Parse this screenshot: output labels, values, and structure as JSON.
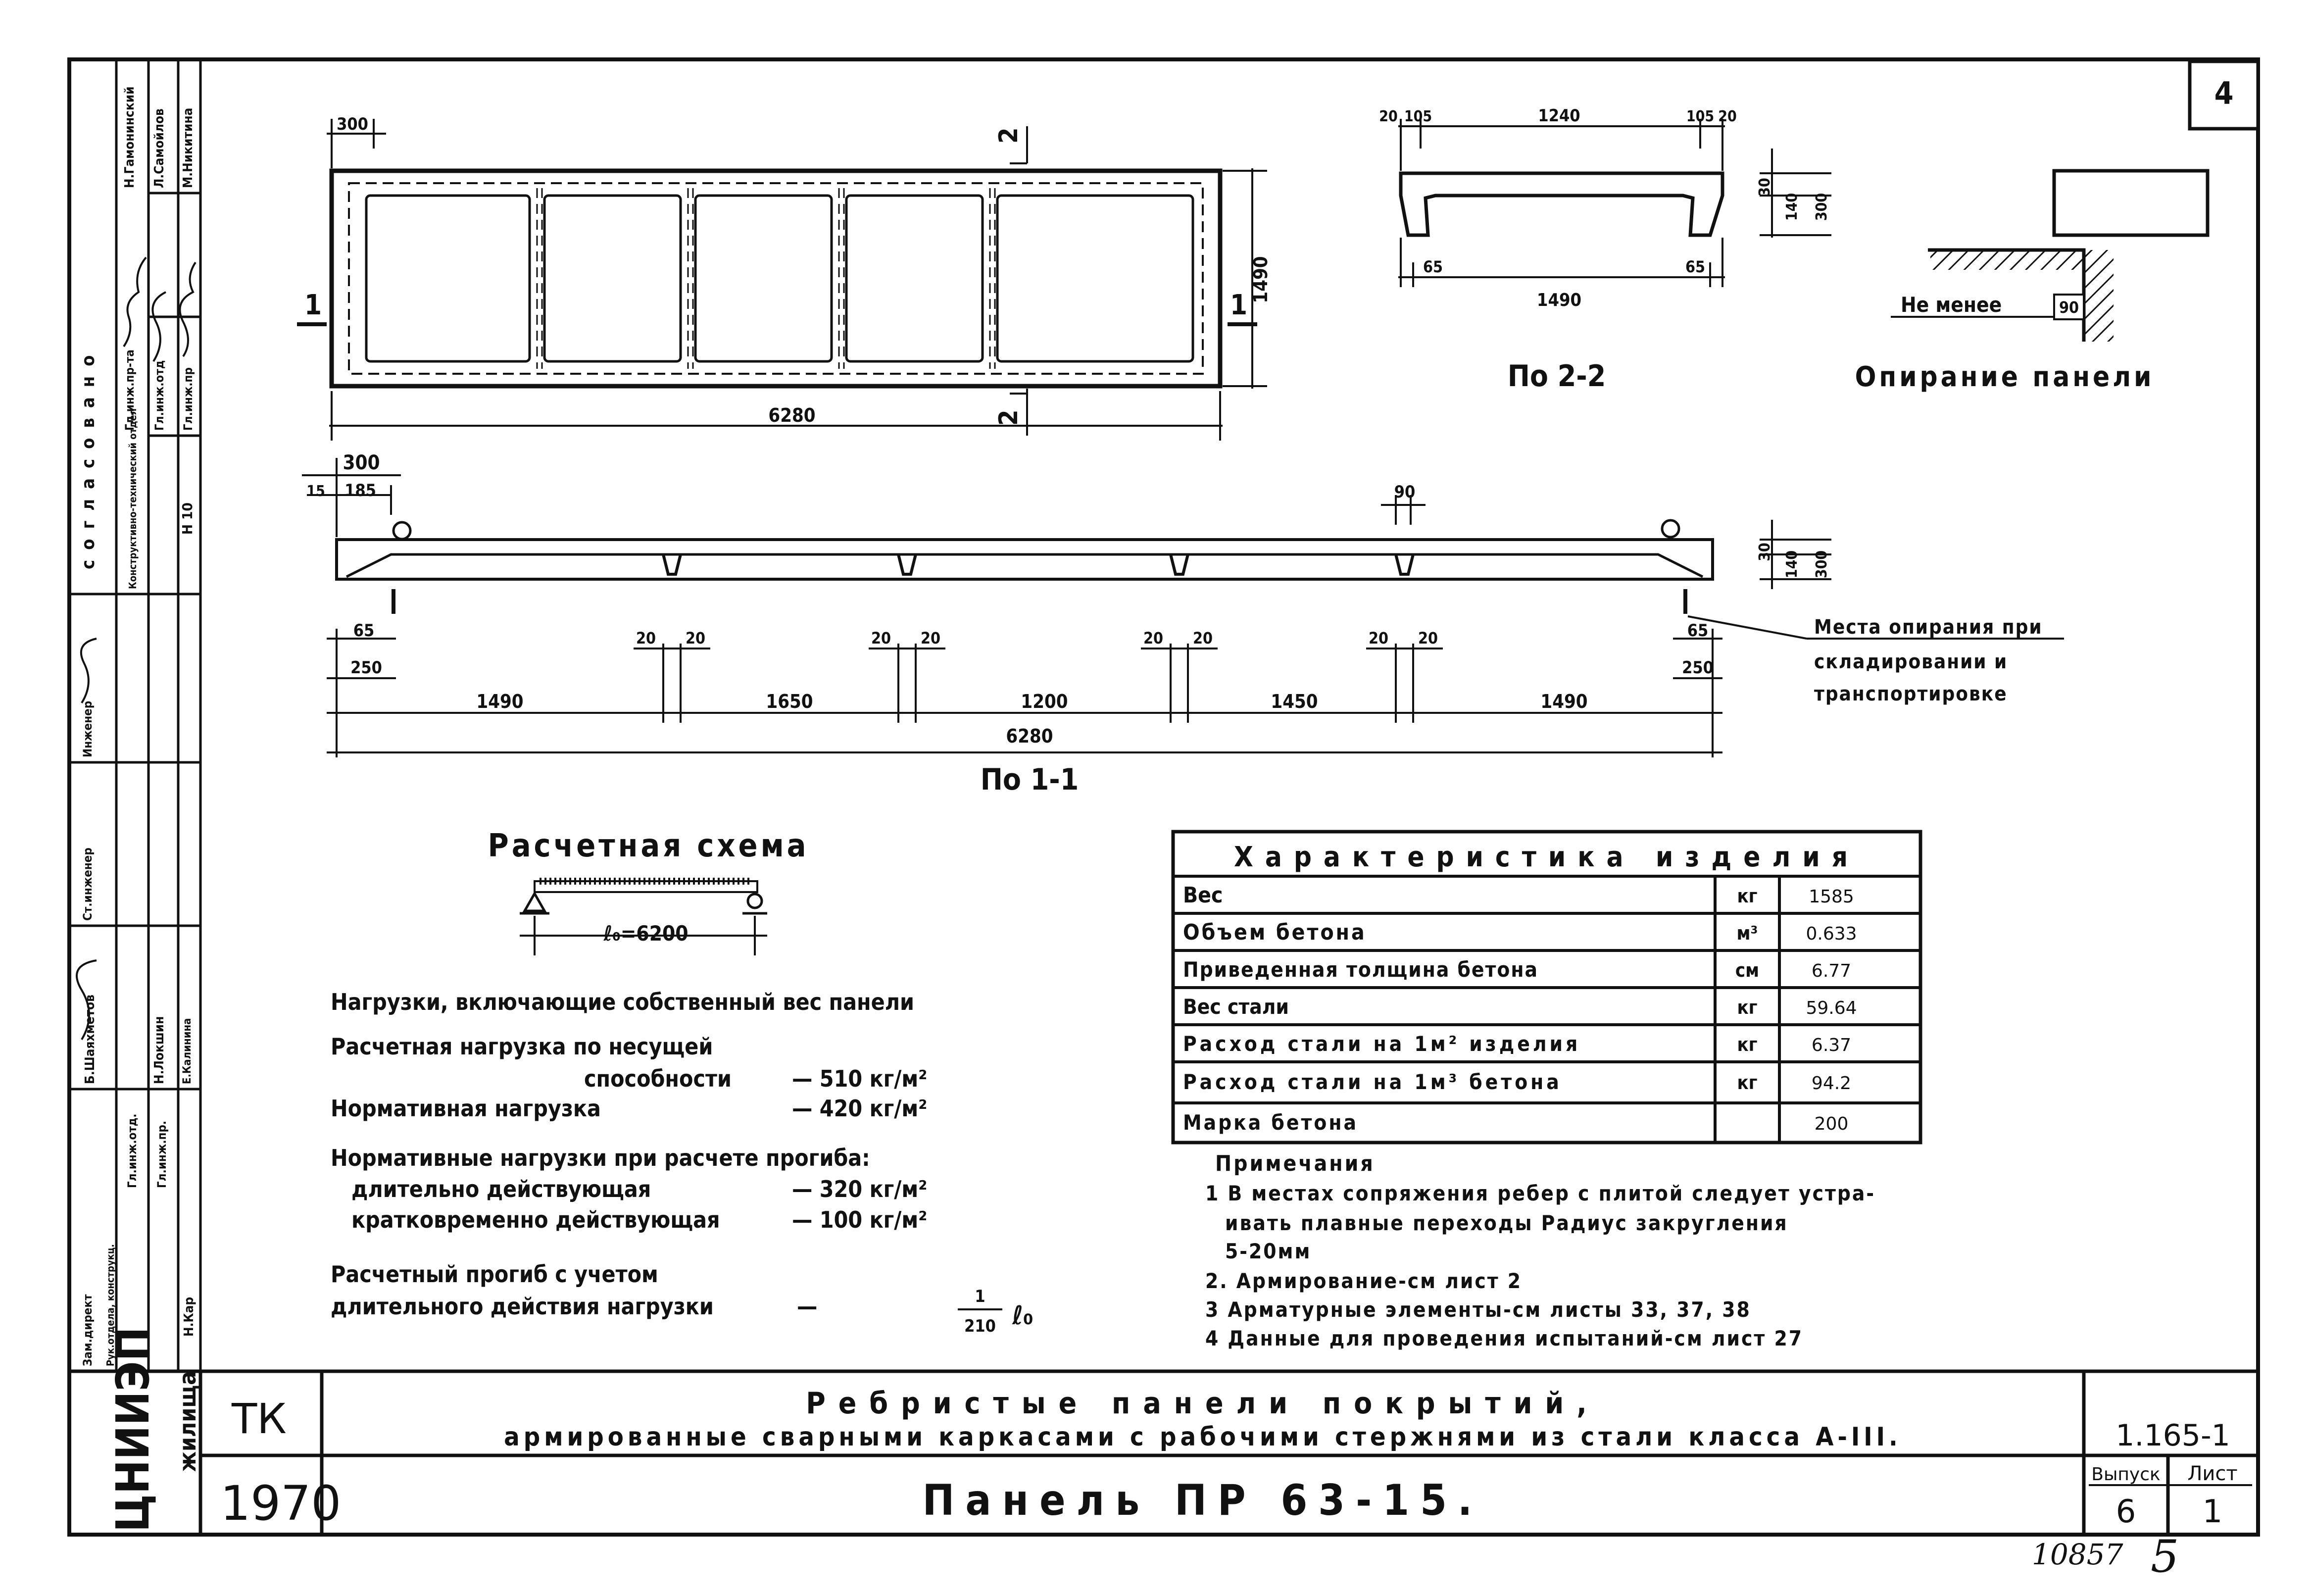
{
  "sheet_number_box": "4",
  "stamp": {
    "org_logo": "ЦНИИЭП",
    "org_name": "жилища",
    "agreed_label": "согласовано",
    "approvals": [
      {
        "role": "Гл.инж.пр-та",
        "name": "Н.Гамонинский"
      },
      {
        "role": "Гл.инж.отд",
        "name": "Л.Самойлов"
      },
      {
        "role": "Гл.инж.пр",
        "name": "М.Никитина"
      }
    ],
    "dept_label": "Конструктивно-технический отдел",
    "dept_number": "Н 10",
    "roles": [
      "Зам.директ",
      "Рук.отдела, конструкц.",
      "Гл.инж.отд.",
      "Гл.инж.пр.",
      "Ст.инженер",
      "Инженер"
    ],
    "names": [
      "Б.Шаяхметов",
      "Н.Локшин",
      "Е.Калинина",
      "Н.Кар"
    ]
  },
  "plan_view": {
    "dim_top_left": "300",
    "dim_length": "6280",
    "dim_width": "1490",
    "section_mark_top": "2",
    "section_mark_bottom": "2",
    "section_mark_left": "1",
    "section_mark_right": "1"
  },
  "section_2_2": {
    "dims_top": [
      "20",
      "105",
      "1240",
      "105",
      "20"
    ],
    "dims_bottom": [
      "65",
      "1490",
      "65"
    ],
    "dims_right": [
      "30",
      "140",
      "300"
    ],
    "title": "По 2-2"
  },
  "support_detail": {
    "label": "Не менее",
    "dim": "90",
    "title": "Опирание панели"
  },
  "section_1_1": {
    "dims_top": [
      "300",
      "15",
      "185",
      "90"
    ],
    "dims_left": [
      "65",
      "250"
    ],
    "dims_right": [
      "65",
      "250"
    ],
    "rib_dims": [
      [
        "20",
        "20"
      ],
      [
        "20",
        "20"
      ],
      [
        "20",
        "20"
      ],
      [
        "20",
        "20"
      ]
    ],
    "spans": [
      "1490",
      "1650",
      "1200",
      "1450",
      "1490"
    ],
    "total": "6280",
    "dims_height": [
      "30",
      "140",
      "300"
    ],
    "support_note": [
      "Места опирания при",
      "складировании и",
      "транспортировке"
    ],
    "title": "По 1-1"
  },
  "calc_scheme": {
    "title": "Расчетная схема",
    "span_label": "ℓ₀=6200",
    "loads_heading": "Нагрузки, включающие собственный вес панели",
    "design_load_label_1": "Расчетная нагрузка по несущей",
    "design_load_label_2": "способности",
    "design_load_value": "— 510 кг/м²",
    "normative_load_label": "Нормативная нагрузка",
    "normative_load_value": "— 420 кг/м²",
    "deflection_heading": "Нормативные нагрузки при расчете прогиба:",
    "long_label": "длительно действующая",
    "long_value": "— 320 кг/м²",
    "short_label": "кратковременно действующая",
    "short_value": "— 100 кг/м²",
    "deflection_label_1": "Расчетный прогиб с учетом",
    "deflection_label_2": "длительного действия нагрузки",
    "deflection_dash": "—",
    "deflection_num": "1",
    "deflection_den": "210",
    "deflection_l": "ℓ₀"
  },
  "characteristics": {
    "title": "Характеристика изделия",
    "rows": [
      {
        "name": "Вес",
        "unit": "кг",
        "value": "1585"
      },
      {
        "name": "Объем бетона",
        "unit": "м³",
        "value": "0.633"
      },
      {
        "name": "Приведенная толщина бетона",
        "unit": "см",
        "value": "6.77"
      },
      {
        "name": "Вес стали",
        "unit": "кг",
        "value": "59.64"
      },
      {
        "name": "Расход стали на 1м² изделия",
        "unit": "кг",
        "value": "6.37"
      },
      {
        "name": "Расход стали на 1м³ бетона",
        "unit": "кг",
        "value": "94.2"
      },
      {
        "name": "Марка бетона",
        "unit": "",
        "value": "200"
      }
    ]
  },
  "notes": {
    "title": "Примечания",
    "items": [
      "1 В местах сопряжения ребер с плитой следует устра-",
      "ивать плавные переходы Радиус закругления",
      "5-20мм",
      "2. Армирование-см лист 2",
      "3 Арматурные элементы-см листы 33, 37, 38",
      "4 Данные для проведения испытаний-см лист 27"
    ]
  },
  "title_block": {
    "code": "ТК",
    "year": "1970",
    "title_line_1": "Ребристые панели покрытий,",
    "title_line_2": "армированные сварными каркасами с рабочими стержнями из стали класса А-III.",
    "series": "1.165-1",
    "drawing_title": "Панель ПР 63-15.",
    "issue_label": "Выпуск",
    "sheet_label": "Лист",
    "issue_value": "6",
    "sheet_value": "1"
  },
  "footer": {
    "inventory": "10857",
    "page": "5"
  }
}
